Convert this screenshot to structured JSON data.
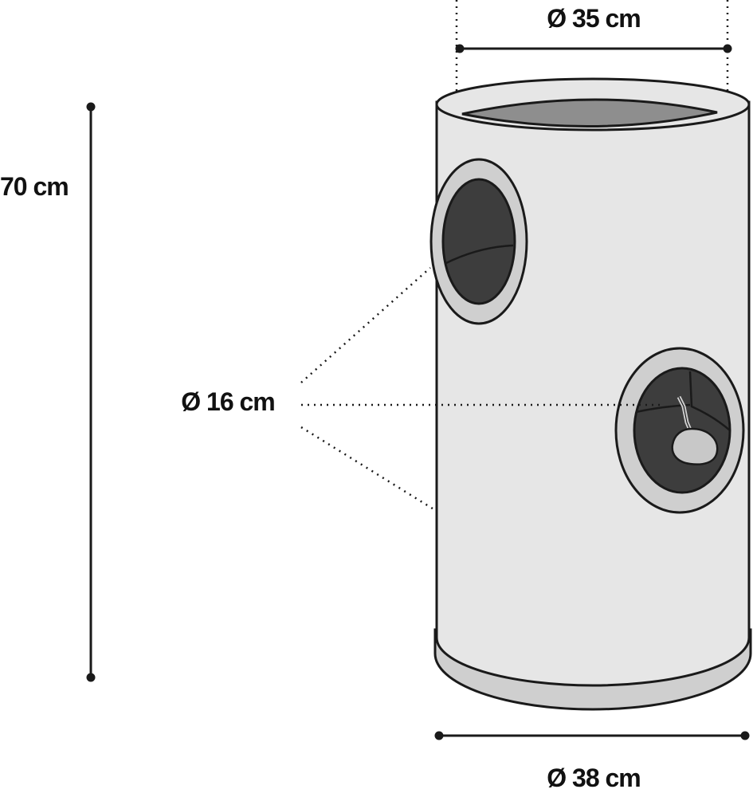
{
  "dimensions": {
    "height_label": "70 cm",
    "top_diameter_label": "Ø 35 cm",
    "hole_diameter_label": "Ø 16 cm",
    "base_diameter_label": "Ø 38 cm"
  },
  "colors": {
    "outline": "#1a1a1a",
    "body_fill": "#e6e6e6",
    "rim_fill": "#cfcfcf",
    "inner_fill": "#3d3d3d",
    "top_inner_fill": "#8e8e8e",
    "toy_fill": "#c8c8c8"
  }
}
